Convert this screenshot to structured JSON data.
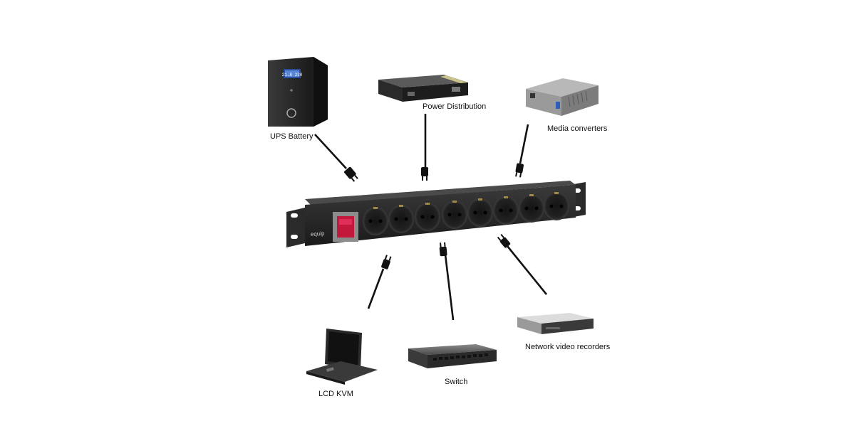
{
  "devices": {
    "ups": {
      "label": "UPS Battery",
      "display": "21.8 230"
    },
    "pdu": {
      "label": "Power Distribution"
    },
    "media": {
      "label": "Media converters"
    },
    "kvm": {
      "label": "LCD KVM"
    },
    "switch": {
      "label": "Switch"
    },
    "nvr": {
      "label": "Network video recorders"
    }
  },
  "power_strip": {
    "brand": "equip",
    "socket_count": 8
  }
}
